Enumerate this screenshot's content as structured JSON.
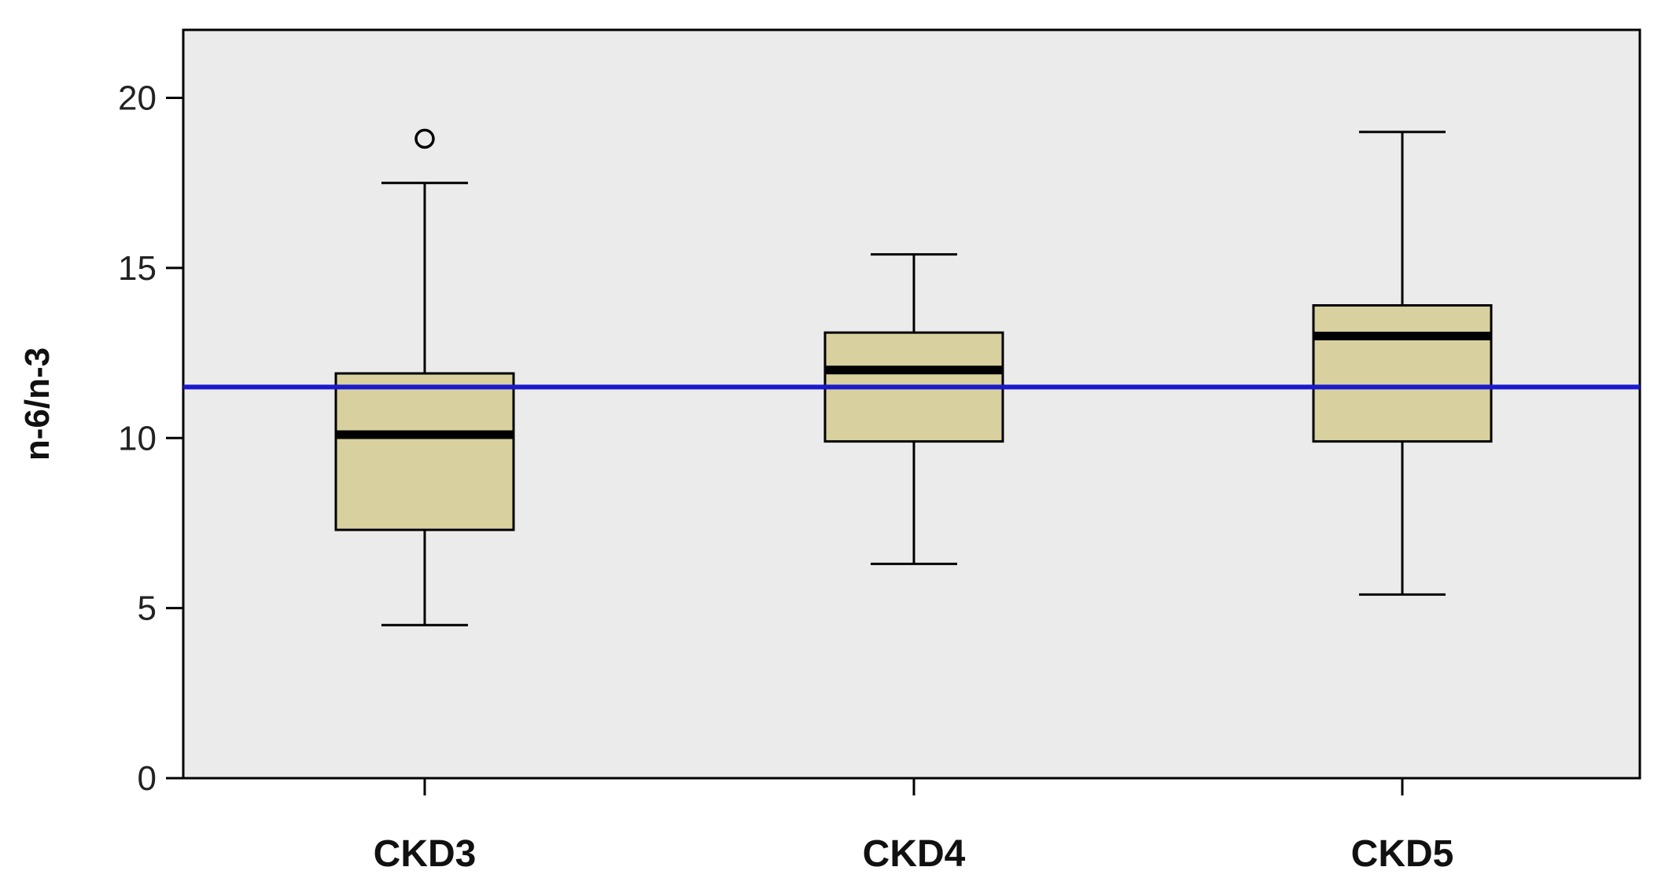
{
  "chart_data": {
    "type": "box",
    "ylabel": "n-6/n-3",
    "xlabel": "",
    "ylim": [
      0,
      22
    ],
    "yticks": [
      0,
      5,
      10,
      15,
      20
    ],
    "grid": false,
    "categories": [
      "CKD3",
      "CKD4",
      "CKD5"
    ],
    "boxes": [
      {
        "category": "CKD3",
        "whisker_low": 4.5,
        "q1": 7.3,
        "median": 10.1,
        "q3": 11.9,
        "whisker_high": 17.5,
        "outliers": [
          18.8
        ]
      },
      {
        "category": "CKD4",
        "whisker_low": 6.3,
        "q1": 9.9,
        "median": 12.0,
        "q3": 13.1,
        "whisker_high": 15.4,
        "outliers": []
      },
      {
        "category": "CKD5",
        "whisker_low": 5.4,
        "q1": 9.9,
        "median": 13.0,
        "q3": 13.9,
        "whisker_high": 19.0,
        "outliers": []
      }
    ],
    "reference_line": {
      "y": 11.5,
      "color": "#1a1acc"
    },
    "colors": {
      "box_fill": "#d8d09e",
      "plot_background": "#ebebeb",
      "stroke": "#000000"
    }
  }
}
